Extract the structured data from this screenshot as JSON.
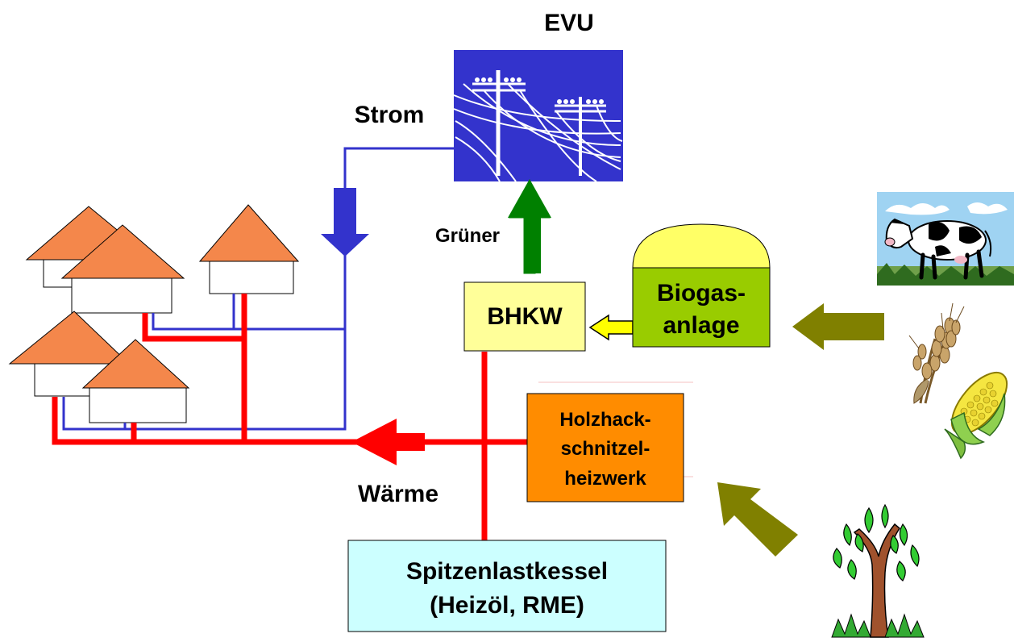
{
  "labels": {
    "evu": "EVU",
    "strom": "Strom",
    "gruener": "Grüner",
    "waerme": "Wärme",
    "bhkw": "BHKW",
    "biogas_line1": "Biogas-",
    "biogas_line2": "anlage",
    "holz_line1": "Holzhack-",
    "holz_line2": "schnitzel-",
    "holz_line3": "heizwerk",
    "spitzen_line1": "Spitzenlastkessel",
    "spitzen_line2": "(Heizöl, RME)"
  },
  "colors": {
    "power_line": "#3333cc",
    "heat_line": "#ff0000",
    "green_arrow": "#008000",
    "feed_arrow": "#808000",
    "roof": "#f4874b",
    "bhkw_fill": "#ffff99",
    "biogas_fill": "#99cc00",
    "holz_fill": "#ff8c00",
    "spitzen_fill": "#ccffff",
    "evu_fill": "#3333cc"
  },
  "icons": {
    "evu": "power-lines-icon",
    "cow": "cow-icon",
    "wheat": "wheat-icon",
    "corn": "corn-icon",
    "tree": "tree-icon",
    "house": "house-icon"
  }
}
